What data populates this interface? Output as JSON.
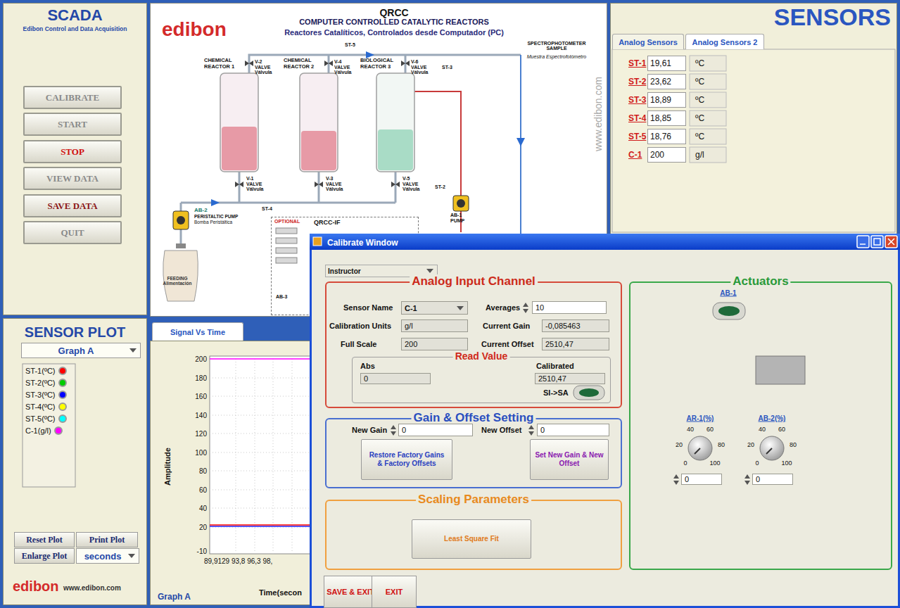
{
  "diagram": {
    "title": "QRCC",
    "nodes": [
      {
        "text": [
          "SCADA",
          "Edibon Control and Data Acquisition"
        ]
      },
      {
        "text": [
          "CALIBRATE"
        ],
        "in": 0
      },
      {
        "text": [
          "START"
        ],
        "in": 0
      },
      {
        "text": [
          "STOP"
        ],
        "in": 0
      },
      {
        "text": [
          "VIEW DATA"
        ],
        "in": 0
      },
      {
        "text": [
          "SAVE DATA"
        ],
        "in": 0
      },
      {
        "text": [
          "QUIT"
        ],
        "in": 0
      },
      {
        "text": [
          "COMPUTER CONTROLLED CATALYTIC REACTORS",
          "Reactores Catalíticos, Controlados desde Computador (PC)"
        ]
      },
      {
        "text": [
          "CHEMICAL REACTOR 1"
        ],
        "in": 7
      },
      {
        "text": [
          "CHEMICAL REACTOR 2"
        ],
        "in": 7
      },
      {
        "text": [
          "BIOLOGICAL REACTOR 3"
        ],
        "in": 7
      },
      {
        "text": [
          "OPTIONAL",
          "QRCC-IF"
        ],
        "in": 7
      },
      {
        "text": [
          "FEEDING",
          "Alimentación"
        ],
        "in": 7
      },
      {
        "text": [
          "SENSORS"
        ]
      },
      {
        "text": [
          "Analog Sensors"
        ],
        "in": 13
      },
      {
        "text": [
          "Analog Sensors 2"
        ],
        "in": 13
      },
      {
        "text": [
          "19,61"
        ],
        "in": 13
      },
      {
        "text": [
          "23,62"
        ],
        "in": 13
      },
      {
        "text": [
          "18,89"
        ],
        "in": 13
      },
      {
        "text": [
          "18,85"
        ],
        "in": 13
      },
      {
        "text": [
          "18,76"
        ],
        "in": 13
      },
      {
        "text": [
          "200"
        ],
        "in": 13
      },
      {
        "text": [
          "SENSOR PLOT"
        ]
      },
      {
        "text": [
          "Graph A"
        ],
        "in": 22
      },
      {
        "text": [
          "Reset Plot"
        ],
        "in": 22
      },
      {
        "text": [
          "Print Plot"
        ],
        "in": 22
      },
      {
        "text": [
          "Enlarge Plot"
        ],
        "in": 22
      },
      {
        "text": [
          "seconds"
        ],
        "in": 22
      },
      {
        "text": [
          "Signal Vs Time"
        ]
      },
      {
        "text": [
          "Graph A"
        ]
      },
      {
        "text": [
          "Calibrate Window"
        ]
      },
      {
        "text": [
          "Instructor"
        ],
        "in": 30
      },
      {
        "text": [
          "Analog Input Channel"
        ],
        "in": 30
      },
      {
        "text": [
          "C-1"
        ],
        "in": 32
      },
      {
        "text": [
          "10"
        ],
        "in": 32
      },
      {
        "text": [
          "g/l"
        ],
        "in": 32
      },
      {
        "text": [
          "-0,085463"
        ],
        "in": 32
      },
      {
        "text": [
          "200"
        ],
        "in": 32
      },
      {
        "text": [
          "2510,47"
        ],
        "in": 32
      },
      {
        "text": [
          "Read Value"
        ],
        "in": 32
      },
      {
        "text": [
          "0"
        ],
        "in": 39
      },
      {
        "text": [
          "2510,47"
        ],
        "in": 39
      },
      {
        "text": [
          "Gain & Offset Setting"
        ],
        "in": 30
      },
      {
        "text": [
          "0"
        ],
        "in": 42
      },
      {
        "text": [
          "0"
        ],
        "in": 42
      },
      {
        "text": [
          "Restore Factory Gains & Factory Offsets"
        ],
        "in": 42
      },
      {
        "text": [
          "Set New Gain & New Offset"
        ],
        "in": 42
      },
      {
        "text": [
          "Scaling Parameters"
        ],
        "in": 30
      },
      {
        "text": [
          "Least Square Fit"
        ],
        "in": 47
      },
      {
        "text": [
          "Actuators"
        ],
        "in": 30
      },
      {
        "text": [
          "0"
        ],
        "in": 49
      },
      {
        "text": [
          "0"
        ],
        "in": 49
      },
      {
        "text": [
          "SAVE & EXIT"
        ],
        "in": 30
      },
      {
        "text": [
          "EXIT"
        ],
        "in": 30
      }
    ],
    "labels": [
      "ST-5",
      "SPECTROPHOTOMETER SAMPLE",
      "Muestra Espectrofotómetro",
      "V-2 VALVE Válvula",
      "V-4 VALVE Válvula",
      "V-6 VALVE Válvula",
      "ST-3",
      "V-1 VALVE Válvula",
      "V-3 VALVE Válvula",
      "V-5 VALVE Válvula",
      "ST-2",
      "ST-4",
      "AB-1 PUMP",
      "AB-2",
      "PERISTALTIC PUMP",
      "Bomba Peristáltica",
      "AB-3",
      "www.edibon.com",
      "edibon",
      "ST-1",
      "ºC",
      "ST-2",
      "ºC",
      "ST-3",
      "ºC",
      "ST-4",
      "ºC",
      "ST-5",
      "ºC",
      "C-1",
      "g/l",
      "edibon",
      "www.edibon.com",
      "200",
      "180",
      "160",
      "140",
      "120",
      "100",
      "80",
      "60",
      "40",
      "20",
      "-10",
      "Amplitude",
      "89,9129 93,8 96,3 98,",
      "Time(secon",
      "Sensor Name",
      "Averages",
      "Calibration Units",
      "Current Gain",
      "Full Scale",
      "Current Offset",
      "Abs",
      "Calibrated",
      "SI->SA",
      "New Gain",
      "New Offset",
      "AB-1",
      "AR-1(%)",
      "AB-2(%)",
      "40",
      "60",
      "20",
      "80",
      "0",
      "100",
      "40",
      "60",
      "20",
      "80",
      "0",
      "100"
    ],
    "legend": [
      {
        "text": "ST-1(ºC)",
        "color": "#ff0000"
      },
      {
        "text": "ST-2(ºC)",
        "color": "#00cc00"
      },
      {
        "text": "ST-3(ºC)",
        "color": "#0000ff"
      },
      {
        "text": "ST-4(ºC)",
        "color": "#ffff00"
      },
      {
        "text": "ST-5(ºC)",
        "color": "#00ffff"
      },
      {
        "text": "C-1(g/l)",
        "color": "#ff00ff"
      }
    ]
  }
}
